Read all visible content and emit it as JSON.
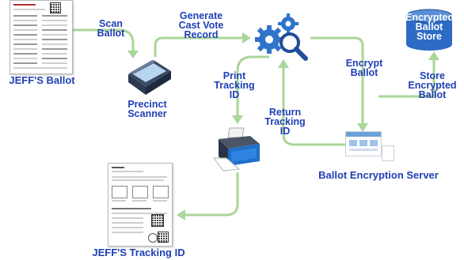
{
  "labels": {
    "scan_ballot": [
      "Scan",
      "Ballot"
    ],
    "generate_cvr": [
      "Generate",
      "Cast Vote",
      "Record"
    ],
    "encrypted_store": [
      "Encrypted",
      "Ballot",
      "Store"
    ],
    "jeffs_ballot": "JEFF'S Ballot",
    "precinct_scanner": [
      "Precinct",
      "Scanner"
    ],
    "print_tracking": [
      "Print",
      "Tracking",
      "ID"
    ],
    "encrypt_ballot": [
      "Encrypt",
      "Ballot"
    ],
    "store_encrypted": [
      "Store",
      "Encrypted",
      "Ballot"
    ],
    "return_tracking": [
      "Return",
      "Tracking",
      "ID"
    ],
    "encryption_server": "Ballot Encryption Server",
    "jeffs_tracking": "JEFF'S Tracking ID"
  },
  "colors": {
    "label_blue": "#1f3fb4",
    "arrow_green": "#a9d69a",
    "gear_blue": "#2f74c9",
    "db_blue": "#2d6bc6"
  },
  "icons": [
    "ballot-document",
    "scanner-icon",
    "gears-magnifier-icon",
    "database-icon",
    "printer-icon",
    "server-window-icon",
    "tracking-receipt-document"
  ]
}
